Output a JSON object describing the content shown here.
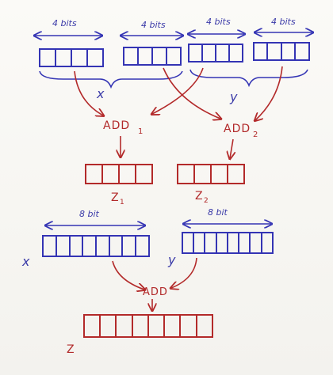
{
  "colors": {
    "blue": "#3434b4",
    "red": "#b32a2a",
    "background": "#f8f7f4"
  },
  "top": {
    "register_width_labels": [
      "4 bits",
      "4 bits",
      "4 bits",
      "4 bits"
    ],
    "group_labels": {
      "left": "x",
      "right": "y"
    },
    "adder_labels": {
      "first": "ADD",
      "first_sub": "1",
      "second": "ADD",
      "second_sub": "2"
    },
    "result_labels": {
      "first": "Z",
      "first_sub": "1",
      "second": "Z",
      "second_sub": "2"
    },
    "register_cells": 4
  },
  "bottom": {
    "register_width_labels": [
      "8 bit",
      "8 bit"
    ],
    "side_labels": {
      "left": "x",
      "right": "y"
    },
    "adder_label": "ADD",
    "result_label": "Z",
    "register_cells": 8
  }
}
